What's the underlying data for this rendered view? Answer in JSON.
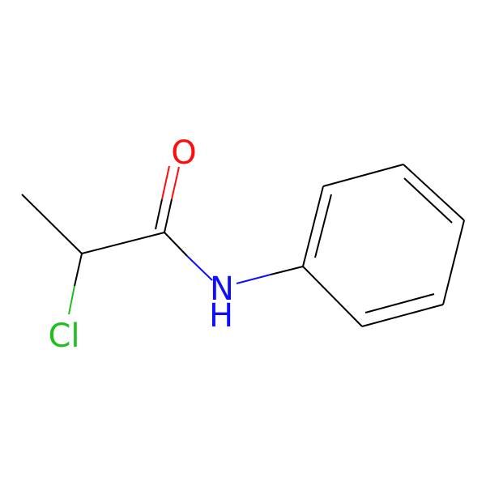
{
  "colors": {
    "bond": "#000000",
    "oxygen": "#ff0d0d",
    "nitrogen": "#0d0dff",
    "chlorine": "#1fbf1f"
  },
  "atoms": {
    "oxygen": "O",
    "nitrogen": "N",
    "nitrogen_hydrogen": "H",
    "chlorine": "Cl"
  }
}
